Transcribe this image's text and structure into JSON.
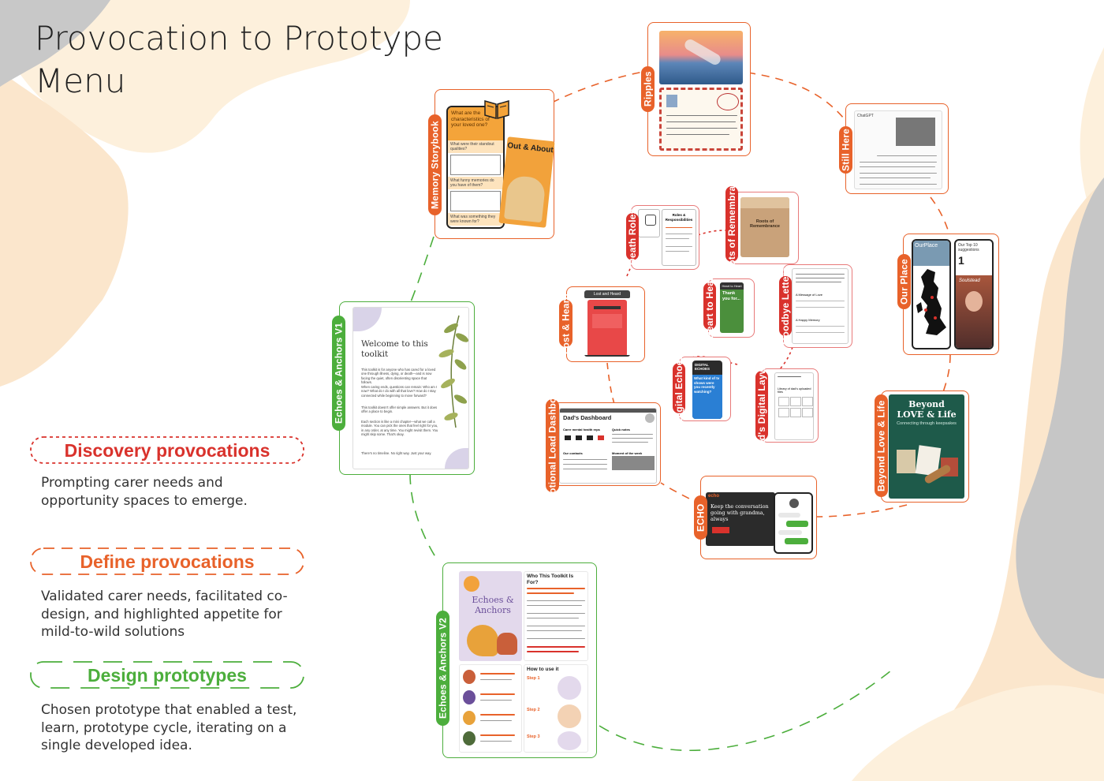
{
  "title": "Provocation to Prototype Menu",
  "legend": [
    {
      "label": "Discovery provocations",
      "description": "Prompting carer needs and opportunity spaces to emerge.",
      "color": "#d9322c",
      "style": "dotted"
    },
    {
      "label": "Define provocations",
      "description": "Validated carer needs, facilitated co-design, and highlighted appetite for mild-to-wild solutions",
      "color": "#e8622a",
      "style": "dashed"
    },
    {
      "label": "Design prototypes",
      "description": "Chosen prototype that enabled a test, learn, prototype cycle, iterating on a single developed idea.",
      "color": "#4cae3c",
      "style": "long-dashed"
    }
  ],
  "colors": {
    "discovery": "#d9322c",
    "define": "#e8622a",
    "design": "#4cae3c"
  },
  "cards": {
    "memory_storybook": {
      "label": "Memory Storybook",
      "q1": "What are the characteristics of your loved one?",
      "q2": "What were their standout qualities?",
      "q3": "What funny memories do you have of them?",
      "q4": "What was something they were known for?",
      "book": "Out & About",
      "icon": "book-icon"
    },
    "ripples": {
      "label": "Ripples"
    },
    "still_here": {
      "label": "Still Here",
      "app": "ChatGPT"
    },
    "our_place": {
      "label": "Our Place",
      "screen1": "OurPlace",
      "screen2": "Our Top 10 suggestions",
      "screen3": "Soulstead"
    },
    "beyond": {
      "label": "Beyond Love & Life",
      "heading1": "Beyond",
      "heading2": "LOVE & Life",
      "tagline": "Connecting through keepsakes"
    },
    "echo": {
      "label": "ECHO",
      "brand": "echo",
      "headline": "Keep the conversation going with grandma, always"
    },
    "emotional_load": {
      "label": "Emotional Load Dashboard",
      "heading": "Dad's Dashboard",
      "section1": "Carer mental health reps",
      "section2": "Quick notes",
      "section3": "Our contacts",
      "section4": "Moment of the week"
    },
    "echoes_v1": {
      "label": "Echoes & Anchors V1",
      "heading": "Welcome to this toolkit",
      "p1": "This toolkit is for anyone who has cared for a loved one through illness, dying, or death—and is now facing the quiet, often disorienting space that follows.",
      "p2": "When caring ends, questions can remain: Who am I now? What do I do with all that love? How do I stay connected while beginning to move forward?",
      "p3": "This toolkit doesn't offer simple answers. But it does offer a place to begin.",
      "p4": "Each section is like a mini chapter—what we call a module. You can pick the ones that feel right for you, in any order, at any time. You might revisit them. You might skip some. That's okay.",
      "p5": "There's no timeline. No right way. Just your way."
    },
    "echoes_v2": {
      "label": "Echoes & Anchors V2",
      "cover": "Echoes & Anchors",
      "heading1": "Who This Toolkit Is For?",
      "heading2": "How to use it",
      "step1": "Step 1",
      "step2": "Step 2",
      "step3": "Step 3"
    },
    "lost_heard": {
      "label": "Lost & Heard",
      "sign": "Lost and Heard"
    },
    "death_roles": {
      "label": "Death Roles",
      "heading": "Roles & Responsibilities"
    },
    "roots": {
      "label": "Roots of Remembrance",
      "box": "Roots of Remembrance"
    },
    "heart_to_heart": {
      "label": "Heart to Heart",
      "card_title": "Heart to Heart",
      "card_text": "Thank you for..."
    },
    "goodbye": {
      "label": "Goodbye Letters",
      "item1": "A Message of Love",
      "item2": "A Happy Memory"
    },
    "digital_echoes": {
      "label": "Digital Echoes",
      "heading": "DIGITAL ECHOES",
      "question": "What kind of tv shows were you recently watching?"
    },
    "digital_lawyer": {
      "label": "Dad's Digital Laywer",
      "list": "Library of dad's uploaded files"
    }
  }
}
